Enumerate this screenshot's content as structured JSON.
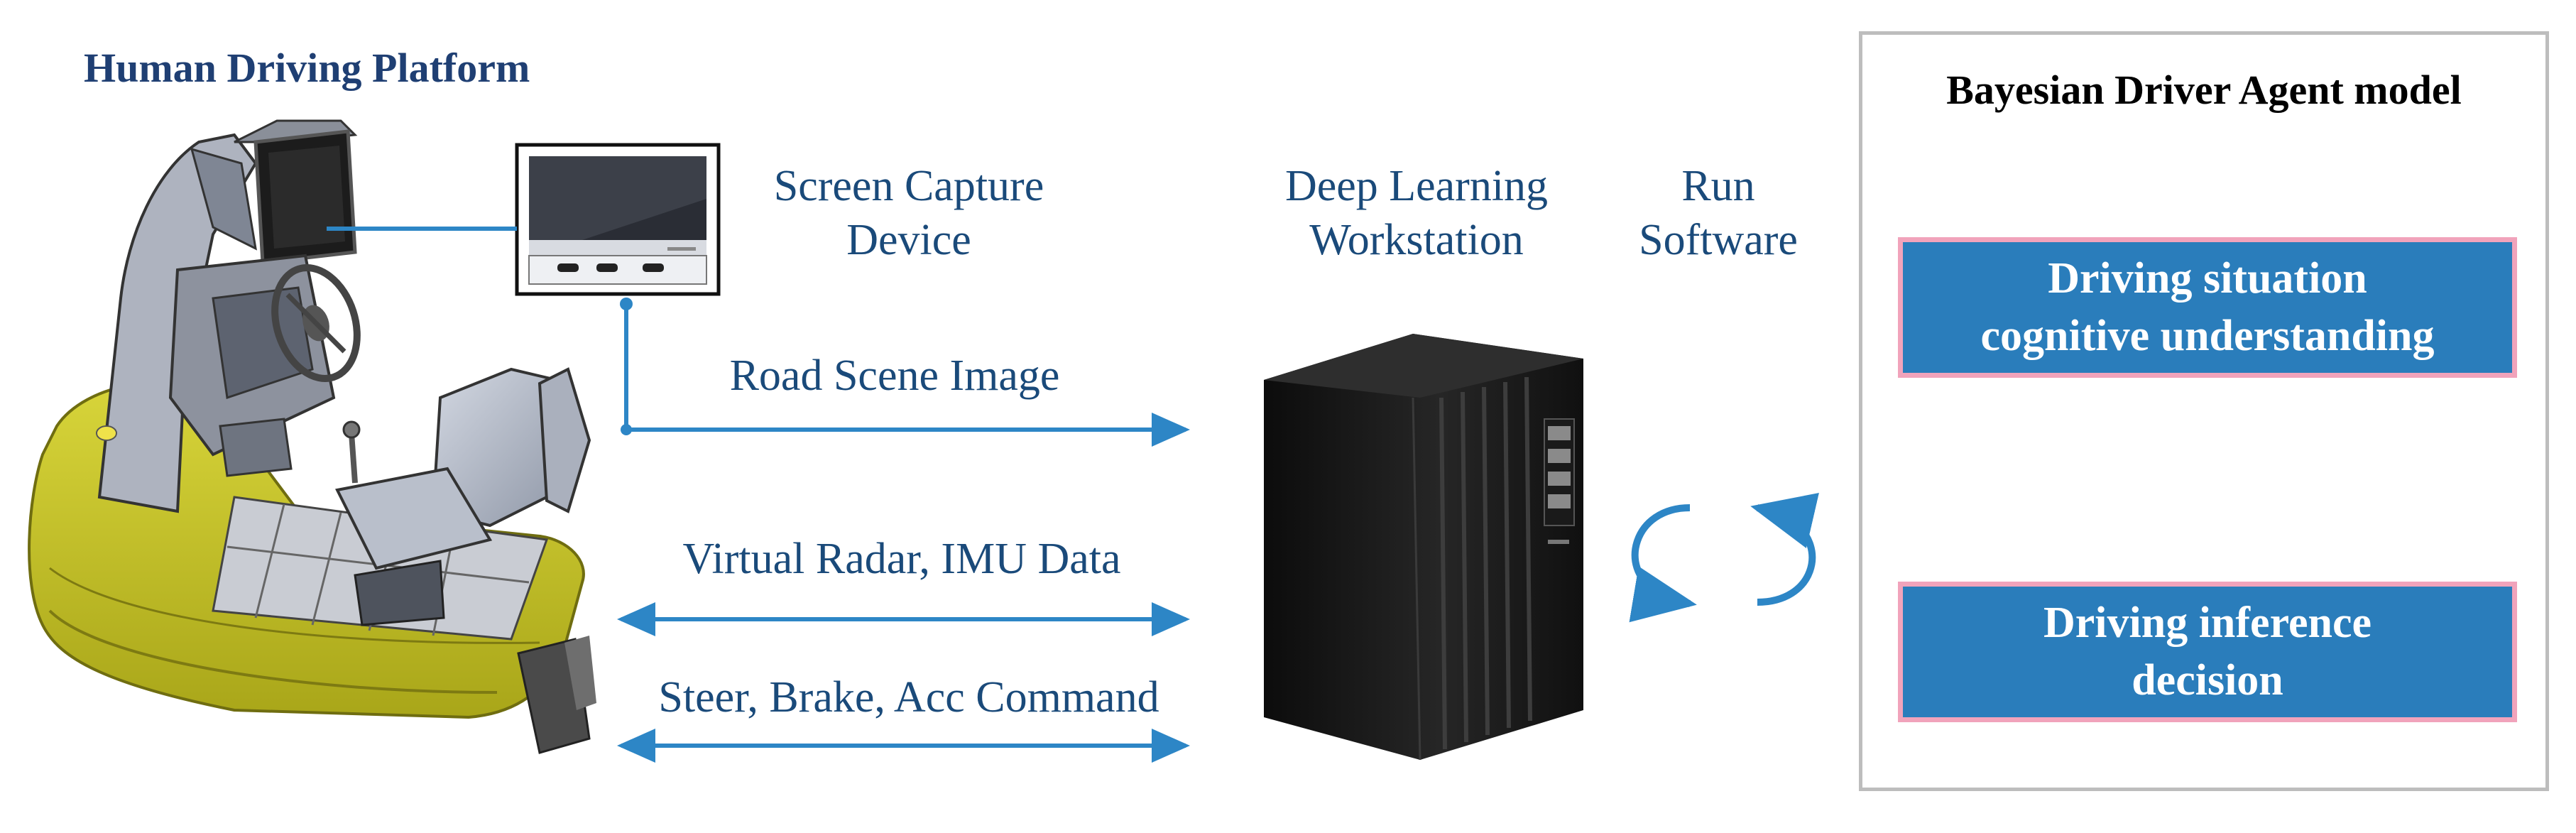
{
  "diagram": {
    "platform_title": "Human Driving Platform",
    "capture_label": [
      "Screen Capture",
      "Device"
    ],
    "workstation_label": [
      "Deep Learning",
      "Workstation"
    ],
    "software_label": [
      "Run",
      "Software"
    ],
    "arrows": {
      "road_scene": "Road Scene Image",
      "radar_imu": "Virtual Radar, IMU Data",
      "commands": "Steer, Brake, Acc Command"
    },
    "model_panel": {
      "title": "Bayesian Driver Agent model",
      "box_top": [
        "Driving situation",
        "cognitive understanding"
      ],
      "box_bottom": [
        "Driving inference",
        "decision"
      ]
    }
  },
  "colors": {
    "label_text": "#1a4a7a",
    "arrow": "#2d86c6",
    "box_fill": "#2a7dbb",
    "box_border": "#f1a3bb",
    "panel_border": "#bdbdbd",
    "platform_body": "#c7c42a"
  }
}
